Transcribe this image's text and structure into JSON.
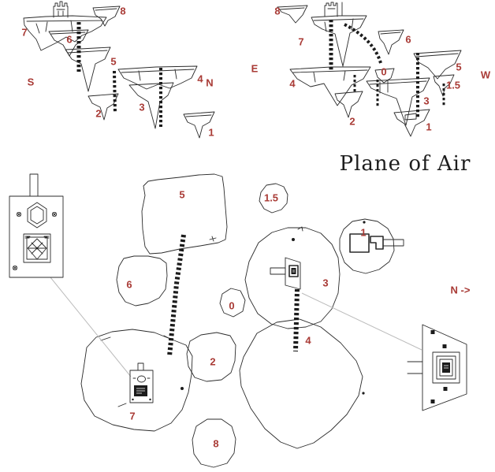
{
  "title": "Plane of Air",
  "colors": {
    "label_red": "#a93b36",
    "ink": "#2b2b2b"
  },
  "left_side_view": {
    "description": "side elevation of floating islands, viewed South to North",
    "compass_left": "S",
    "compass_right": "N",
    "island_labels": {
      "i1": "1",
      "i2": "2",
      "i3": "3",
      "i4": "4",
      "i5": "5",
      "i6": "6",
      "i7": "7",
      "i8": "8"
    }
  },
  "right_side_view": {
    "description": "side elevation of floating islands, viewed East to West",
    "compass_left": "E",
    "compass_right": "W",
    "island_labels": {
      "i0": "0",
      "i1": "1",
      "i1_5": "1.5",
      "i2": "2",
      "i3": "3",
      "i4": "4",
      "i5": "5",
      "i6": "6",
      "i7": "7",
      "i8": "8"
    }
  },
  "map": {
    "island_labels": {
      "i0": "0",
      "i1": "1",
      "i1_5": "1.5",
      "i2": "2",
      "i3": "3",
      "i4": "4",
      "i5": "5",
      "i6": "6",
      "i7": "7",
      "i8": "8"
    },
    "north_indicator": "N ->"
  }
}
